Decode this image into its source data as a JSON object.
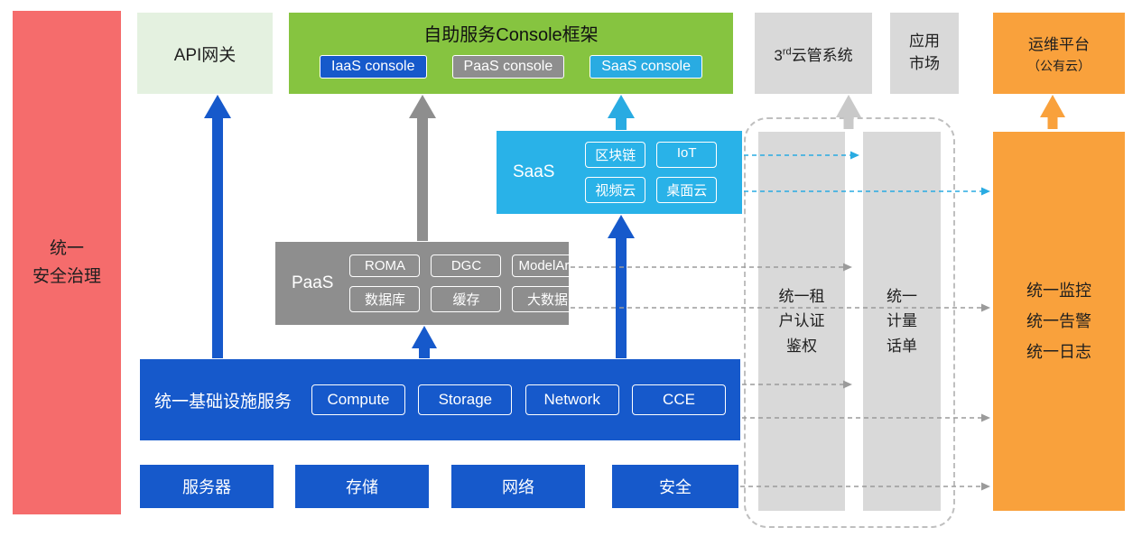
{
  "colors": {
    "blue": "#1659CB",
    "cyan": "#29ABE2",
    "green": "#86C440",
    "light_green": "#E4F1E0",
    "gray": "#8E8E8E",
    "light_gray": "#D9D9D9",
    "orange": "#F9A13C",
    "red": "#F56C6C"
  },
  "left_bar": {
    "label": "统一\n安全治理"
  },
  "api_gateway": {
    "label": "API网关"
  },
  "console_frame": {
    "title": "自助服务Console框架",
    "badges": [
      "IaaS console",
      "PaaS console",
      "SaaS console"
    ]
  },
  "third_party": {
    "prefix": "3",
    "sup": "rd",
    "rest": "云管系统"
  },
  "app_market": {
    "label": "应用\n市场"
  },
  "ops_platform": {
    "title": "运维平台",
    "subtitle": "（公有云）"
  },
  "saas": {
    "label": "SaaS",
    "badges": [
      "区块链",
      "IoT",
      "视频云",
      "桌面云"
    ]
  },
  "paas": {
    "label": "PaaS",
    "badges": [
      "ROMA",
      "DGC",
      "ModelArts",
      "数据库",
      "缓存",
      "大数据"
    ]
  },
  "infra": {
    "label": "统一基础设施服务",
    "badges": [
      "Compute",
      "Storage",
      "Network",
      "CCE"
    ]
  },
  "bottom_row": [
    "服务器",
    "存储",
    "网络",
    "安全"
  ],
  "auth_bar": {
    "label": "统一租\n户认证\n鉴权"
  },
  "metering_bar": {
    "label": "统一\n计量\n话单"
  },
  "monitor_bar": {
    "label": "统一监控\n统一告警\n统一日志"
  }
}
